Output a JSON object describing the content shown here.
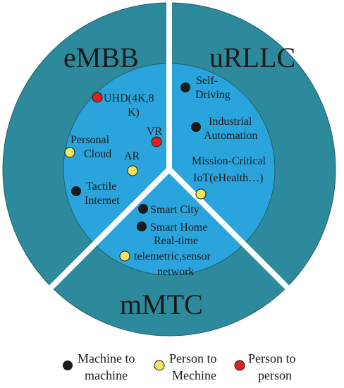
{
  "sectors": {
    "embb": "eMBB",
    "urllc": "uRLLC",
    "mmtc": "mMTC"
  },
  "items": {
    "uhd": [
      "UHD(4K,8",
      "K)"
    ],
    "vr": "VR",
    "personal_cloud": [
      "Personal",
      "Cloud"
    ],
    "ar": "AR",
    "tactile_internet": [
      "Tactile",
      "Internet"
    ],
    "self_driving": [
      "Self-",
      "Driving"
    ],
    "industrial_automation": [
      "Industrial",
      "Automation"
    ],
    "mission_critical_iot": [
      "Mission-Critical",
      "IoT(eHealth…)"
    ],
    "smart_city": "Smart City",
    "smart_home": "Smart Home",
    "realtime_telemetric": [
      "Real-time",
      "telemetric,sensor",
      "network"
    ]
  },
  "legend": {
    "machine_to_machine": [
      "Machine to",
      "machine"
    ],
    "person_to_machine": [
      "Person to",
      "Mechine"
    ],
    "person_to_person": [
      "Person to",
      "person"
    ]
  },
  "colors": {
    "outer_ring": "#2d8a9c",
    "inner_circle": "#2aa4dc",
    "divider": "#ffffff",
    "outline": "#1e5f6e",
    "machine_to_machine": "#1a1a1a",
    "person_to_machine": "#f3e463",
    "person_to_person": "#e02020"
  }
}
